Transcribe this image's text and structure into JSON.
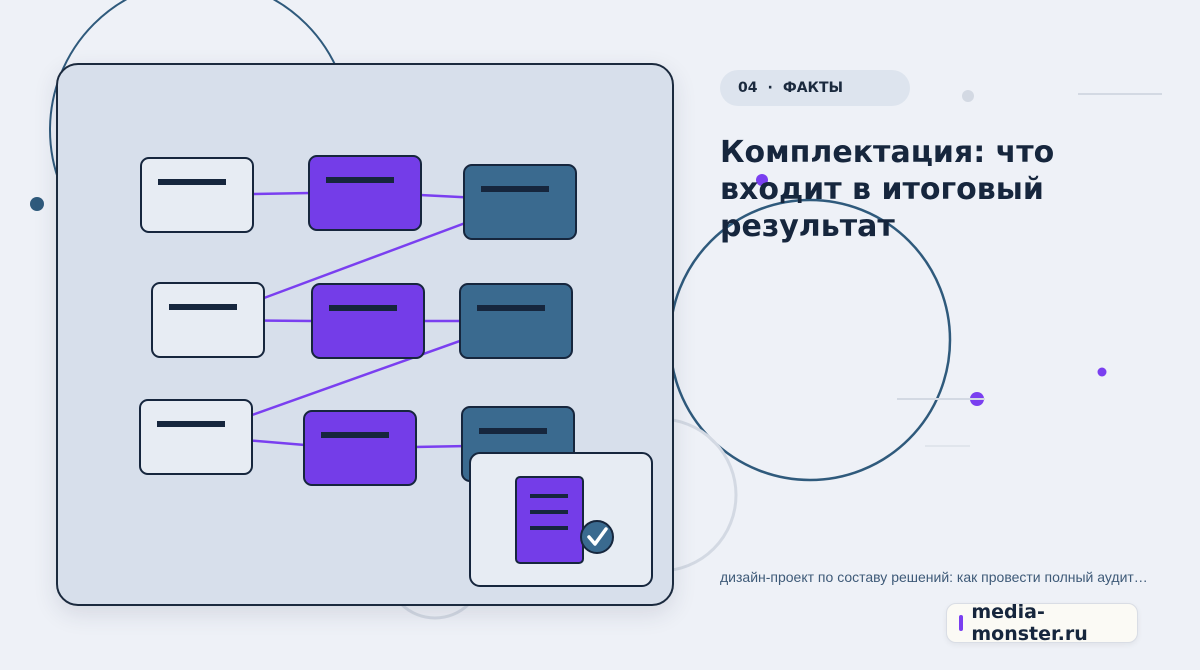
{
  "badge": {
    "number": "04",
    "separator": "·",
    "label": "ФАКТЫ"
  },
  "title": "Комплектация: что входит в итоговый результат",
  "subtitle": "дизайн-проект по составу решений: как провести полный аудит…",
  "brand": {
    "text": "media-monster.ru"
  },
  "colors": {
    "background": "#eef1f7",
    "accent": "#7a3ff0",
    "dark_blue": "#3a6a8f",
    "navy": "#16263d",
    "card": "#d7dfeb"
  },
  "icons": [
    "document-icon",
    "checkmark-icon"
  ]
}
